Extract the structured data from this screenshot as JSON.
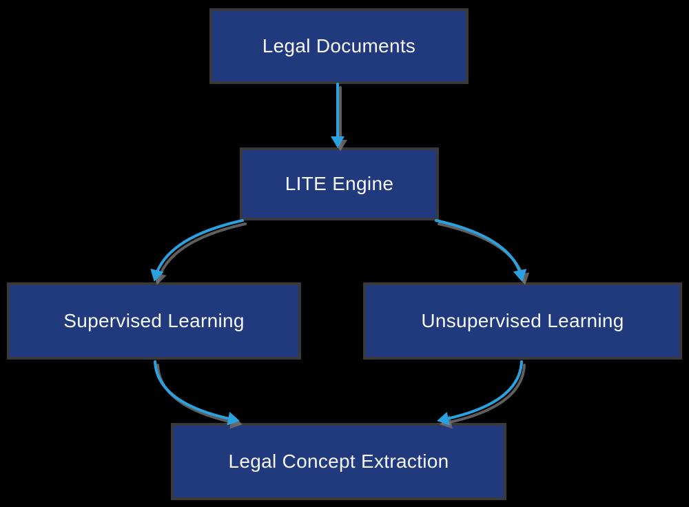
{
  "diagram": {
    "type": "flowchart",
    "background_color": "#000000",
    "node_fill_color": "#213a7e",
    "node_border_color": "#3a3a3e",
    "node_text_color": "#f5f7fa",
    "arrow_color": "#2ba2e0",
    "arrow_shadow_color": "#707070",
    "nodes": [
      {
        "id": "legal-documents",
        "label": "Legal Documents"
      },
      {
        "id": "lite-engine",
        "label": "LITE Engine"
      },
      {
        "id": "supervised-learning",
        "label": "Supervised Learning"
      },
      {
        "id": "unsupervised-learning",
        "label": "Unsupervised Learning"
      },
      {
        "id": "legal-concept-extraction",
        "label": "Legal Concept Extraction"
      }
    ],
    "edges": [
      {
        "from": "legal-documents",
        "to": "lite-engine"
      },
      {
        "from": "lite-engine",
        "to": "supervised-learning"
      },
      {
        "from": "lite-engine",
        "to": "unsupervised-learning"
      },
      {
        "from": "supervised-learning",
        "to": "legal-concept-extraction"
      },
      {
        "from": "unsupervised-learning",
        "to": "legal-concept-extraction"
      }
    ]
  }
}
